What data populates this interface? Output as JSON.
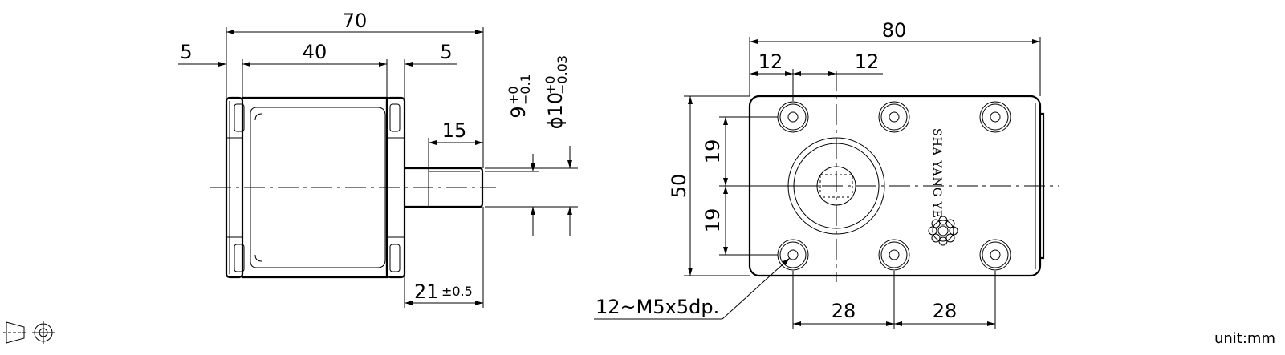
{
  "dimensions": {
    "overall_length": "70",
    "left_flange": "5",
    "body_length": "40",
    "right_flange": "5",
    "shaft_flat": "15",
    "shaft_length": "21",
    "shaft_length_tol": "±0.5",
    "flat_height": "9",
    "flat_tol_upper": "+0",
    "flat_tol_lower": "−0.1",
    "shaft_diameter": "ϕ10",
    "shaft_tol_upper": "+0",
    "shaft_tol_lower": "−0.03",
    "overall_width": "80",
    "hole_offset_1": "12",
    "hole_offset_2": "12",
    "height": "50",
    "hole_v_1": "19",
    "hole_v_2": "19",
    "hole_pitch_1": "28",
    "hole_pitch_2": "28",
    "hole_callout": "12~M5x5dp."
  },
  "brand": "SHA YANG YE",
  "unit_label": "unit:mm"
}
